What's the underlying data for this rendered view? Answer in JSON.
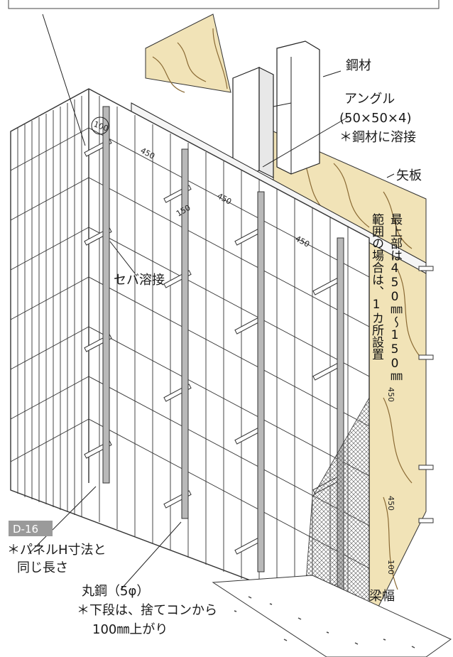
{
  "labels": {
    "steel": "鋼材",
    "angle_title": "アングル",
    "angle_size": "(50×50×4)",
    "angle_note": "＊鋼材に溶接",
    "sheet": "矢板",
    "seba": "セバ溶接",
    "top_note_1": "最上部は450㎜〜150㎜",
    "top_note_2": "範囲の場合は、1カ所設置",
    "panel_code": "D-16",
    "panel_note_1": "＊パネルH寸法と",
    "panel_note_2": "同じ長さ",
    "rebar_title": "丸鋼（5φ）",
    "rebar_note_1": "＊下段は、捨てコンから",
    "rebar_note_2": "100㎜上がり",
    "beam_width": "梁幅"
  },
  "dimensions": {
    "d100": "100",
    "d450_a": "450",
    "d450_b": "450",
    "d450_c": "450",
    "d150": "150",
    "d450_v1": "450",
    "d450_v2": "450",
    "d100_v": "100"
  },
  "colors": {
    "wood": "#f1e3b7",
    "wood_grain": "#8a6a34",
    "rebar": "#b9b9b9",
    "panel_code_bg": "#9a9a9a",
    "line": "#2a2a2a"
  }
}
